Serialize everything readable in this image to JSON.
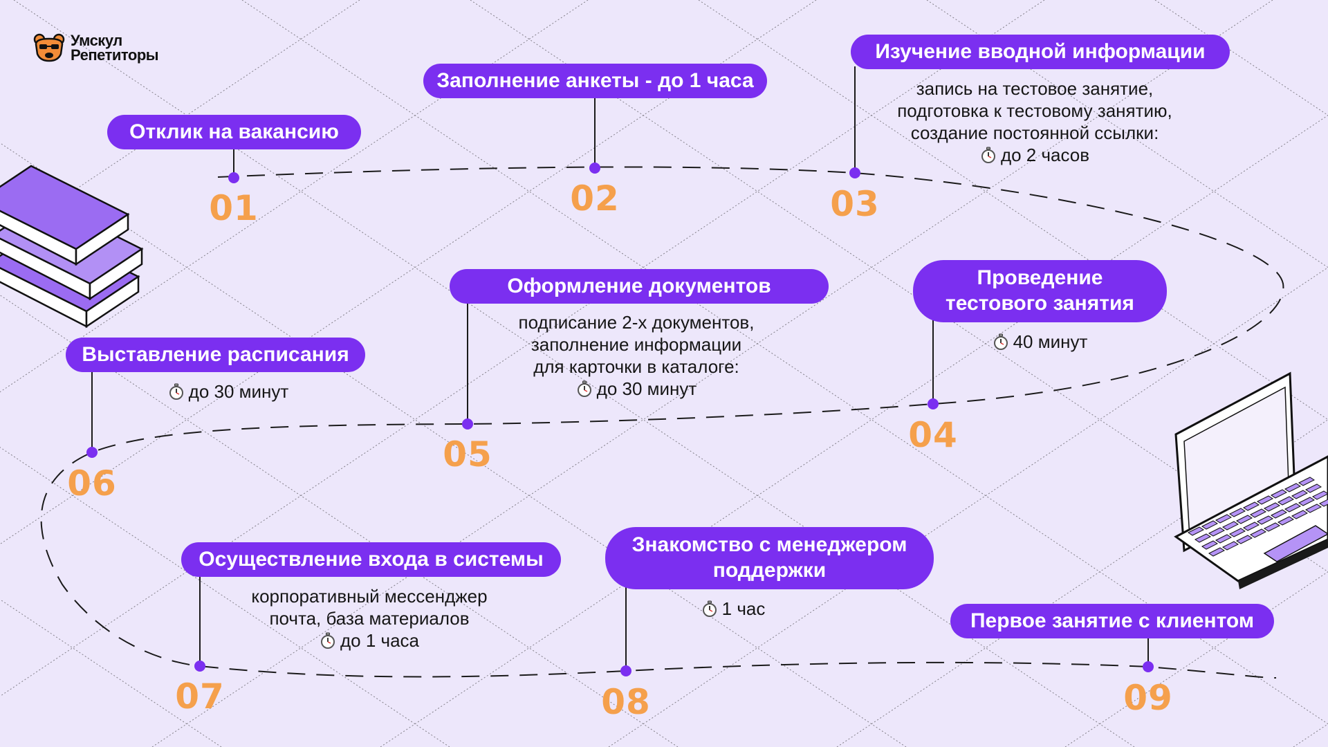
{
  "brand": {
    "name_line1": "Умскул",
    "name_line2": "Репетиторы",
    "icon": "bear-logo-icon",
    "accent": "#f28c38"
  },
  "colors": {
    "background": "#ede7fb",
    "pill": "#7b2ff0",
    "number": "#f5a04c",
    "text": "#161616"
  },
  "steps": [
    {
      "number": "01",
      "title_lines": [
        "Отклик на вакансию"
      ],
      "desc_lines": [],
      "time": ""
    },
    {
      "number": "02",
      "title_lines": [
        "Заполнение анкеты - до 1 часа"
      ],
      "desc_lines": [],
      "time": ""
    },
    {
      "number": "03",
      "title_lines": [
        "Изучение вводной информации"
      ],
      "desc_lines": [
        "запись на тестовое занятие,",
        "подготовка к тестовому занятию,",
        "создание постоянной ссылки:"
      ],
      "time": "до 2 часов"
    },
    {
      "number": "04",
      "title_lines": [
        "Проведение",
        "тестового занятия"
      ],
      "desc_lines": [],
      "time": "40 минут"
    },
    {
      "number": "05",
      "title_lines": [
        "Оформление документов"
      ],
      "desc_lines": [
        "подписание 2-х документов,",
        "заполнение информации",
        "для карточки в каталоге:"
      ],
      "time": "до 30 минут"
    },
    {
      "number": "06",
      "title_lines": [
        "Выставление расписания"
      ],
      "desc_lines": [],
      "time": "до 30 минут"
    },
    {
      "number": "07",
      "title_lines": [
        "Осуществление входа в системы"
      ],
      "desc_lines": [
        "корпоративный мессенджер",
        "почта, база материалов"
      ],
      "time": "до 1 часа"
    },
    {
      "number": "08",
      "title_lines": [
        "Знакомство  с менеджером",
        "поддержки"
      ],
      "desc_lines": [],
      "time": "1 час"
    },
    {
      "number": "09",
      "title_lines": [
        "Первое занятие с клиентом"
      ],
      "desc_lines": [],
      "time": ""
    }
  ],
  "icons": {
    "timer": "stopwatch-icon",
    "books": "books-illustration",
    "laptop": "laptop-illustration"
  }
}
